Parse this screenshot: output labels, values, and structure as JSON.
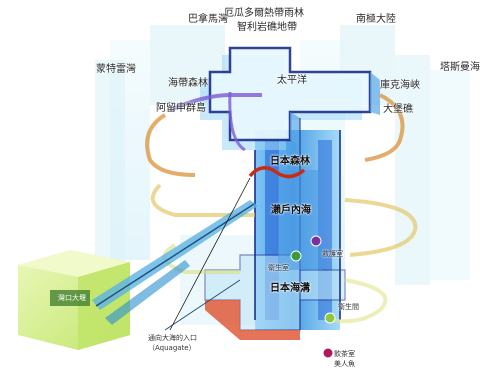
{
  "labels": {
    "amazon": "厄瓜多爾熱帶雨林",
    "chile": "智利岩礁地帶",
    "panama": "巴拿馬灣",
    "antarctica": "南極大陸",
    "monterey": "蒙特雷灣",
    "tasman": "塔斯曼海",
    "kelp": "海帶森林",
    "aleutian": "阿留申群島",
    "cook": "庫克海峽",
    "gbr": "大堡礁",
    "pacific": "太平洋",
    "japan_forest": "日本森林",
    "seto": "瀨戶內海",
    "japan_trench": "日本海溝",
    "medical": "衛生室",
    "protection": "救護室",
    "sanitary": "衛生間",
    "snack": "飲茶室",
    "mermaid": "美人魚",
    "tempozan": "灣口大堰",
    "aquagate": "通向大海的入口",
    "aquagate_en": "（Aquagate）"
  },
  "colors": {
    "building": "#5aa6e6",
    "edge": "#1a2f8a",
    "tube": "#c94a1e",
    "walkway": "#dfe590",
    "green_block": "#c9ea6a"
  }
}
